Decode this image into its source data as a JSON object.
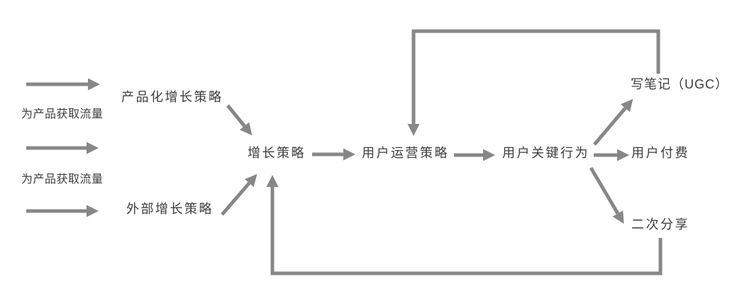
{
  "diagram": {
    "title_hint": "growth-strategy-flow",
    "flow_inputs": {
      "label_top": "为产品获取流量",
      "label_bottom": "为产品获取流量"
    },
    "nodes": {
      "productized_growth": "产品化增长策略",
      "external_growth": "外部增长策略",
      "growth_strategy": "增长策略",
      "user_operation_strategy": "用户运营策略",
      "user_key_behavior": "用户关键行为",
      "write_notes_ugc": "写笔记（UGC）",
      "user_payment": "用户付费",
      "secondary_share": "二次分享"
    },
    "edges": [
      {
        "from": "traffic-input-1",
        "to": "productized_growth",
        "style": "straight"
      },
      {
        "from": "traffic-input-2",
        "to": "external_growth",
        "style": "straight"
      },
      {
        "from": "traffic-input-3",
        "to": "external_growth",
        "style": "straight"
      },
      {
        "from": "productized_growth",
        "to": "growth_strategy",
        "style": "diagonal"
      },
      {
        "from": "external_growth",
        "to": "growth_strategy",
        "style": "diagonal"
      },
      {
        "from": "growth_strategy",
        "to": "user_operation_strategy",
        "style": "straight"
      },
      {
        "from": "user_operation_strategy",
        "to": "user_key_behavior",
        "style": "straight"
      },
      {
        "from": "user_key_behavior",
        "to": "write_notes_ugc",
        "style": "diagonal"
      },
      {
        "from": "user_key_behavior",
        "to": "user_payment",
        "style": "straight"
      },
      {
        "from": "user_key_behavior",
        "to": "secondary_share",
        "style": "diagonal"
      },
      {
        "from": "write_notes_ugc",
        "to": "user_operation_strategy",
        "style": "feedback-loop-top"
      },
      {
        "from": "secondary_share",
        "to": "growth_strategy",
        "style": "feedback-loop-bottom"
      }
    ],
    "colors": {
      "arrow": "#878787",
      "text": "#3d3d3d",
      "background": "#ffffff"
    }
  }
}
